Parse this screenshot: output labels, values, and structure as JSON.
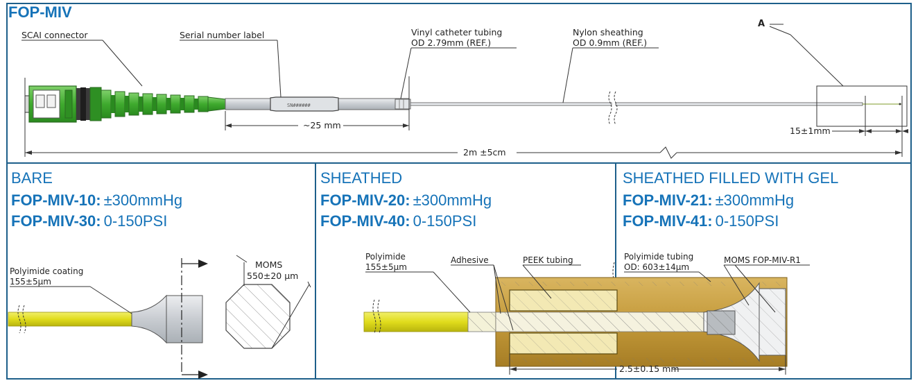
{
  "title": "FOP-MIV",
  "top_labels": {
    "scai_connector": "SCAI connector",
    "serial_label": "Serial number label",
    "serial_text": "SN######",
    "vinyl_line1": "Vinyl catheter tubing",
    "vinyl_line2": "OD 2.79mm (REF.)",
    "nylon_line1": "Nylon sheathing",
    "nylon_line2": "OD 0.9mm (REF.)",
    "detail_a": "A",
    "dim_25": "~25 mm",
    "dim_15": "15±1mm",
    "dim_2m": "2m ±5cm"
  },
  "panels": [
    {
      "heading": "BARE",
      "models": [
        {
          "code": "FOP-MIV-10:",
          "value": "±300mmHg"
        },
        {
          "code": "FOP-MIV-30:",
          "value": "0-150PSI"
        }
      ],
      "labels": {
        "coating_1": "Polyimide coating",
        "coating_2": "155±5µm",
        "moms_1": "MOMS",
        "moms_2": "550±20 µm"
      }
    },
    {
      "heading": "SHEATHED",
      "models": [
        {
          "code": "FOP-MIV-20:",
          "value": "±300mmHg"
        },
        {
          "code": "FOP-MIV-40:",
          "value": "0-150PSI"
        }
      ],
      "labels": {
        "polyimide_1": "Polyimide",
        "polyimide_2": "155±5µm",
        "adhesive": "Adhesive",
        "peek": "PEEK tubing",
        "dim": "2.5±0.15 mm"
      }
    },
    {
      "heading": "SHEATHED FILLED WITH GEL",
      "models": [
        {
          "code": "FOP-MIV-21:",
          "value": "±300mmHg"
        },
        {
          "code": "FOP-MIV-41:",
          "value": "0-150PSI"
        }
      ],
      "labels": {
        "tubing_1": "Polyimide tubing",
        "tubing_2": "OD: 603±14µm",
        "moms": "MOMS FOP-MIV-R1"
      }
    }
  ],
  "colors": {
    "accent": "#1673b8",
    "frame": "#1d5f8a",
    "connector_green": "#44b034",
    "fiber_yellow": "#e3e024",
    "sheath_gold": "#c9a042",
    "tubing_gray": "#d2d6da"
  }
}
